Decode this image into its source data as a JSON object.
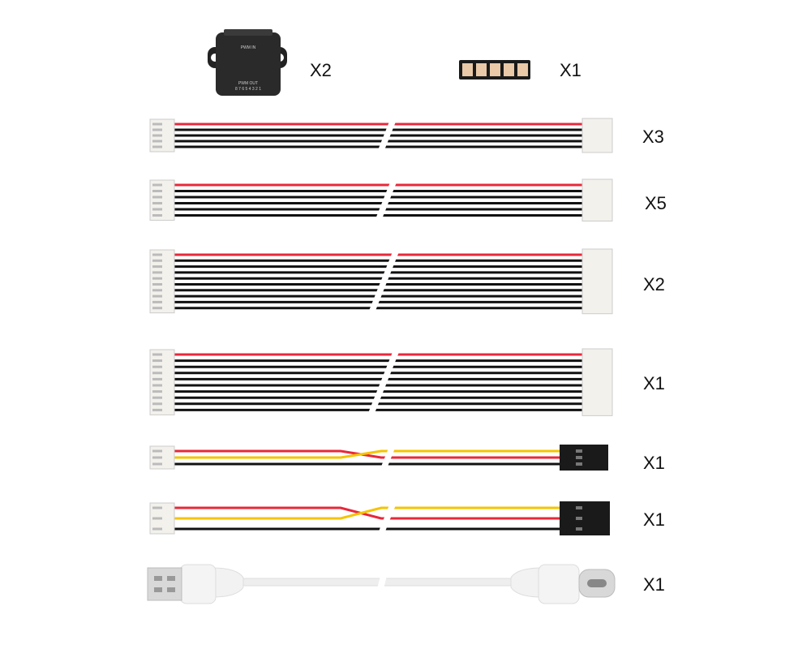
{
  "module": {
    "label_in": "PWM IN",
    "label_out": "PWM OUT",
    "pins": "8 7 6 5 4 3 2 1",
    "quantity": "X2"
  },
  "adapter": {
    "quantity": "X1"
  },
  "cables": [
    {
      "name": "5-pin-cable",
      "wires": [
        "#e8283a",
        "#111",
        "#111",
        "#111",
        "#111"
      ],
      "quantity": "X3"
    },
    {
      "name": "6-pin-cable",
      "wires": [
        "#e8283a",
        "#111",
        "#111",
        "#111",
        "#111",
        "#111"
      ],
      "quantity": "X5"
    },
    {
      "name": "10-pin-cable-a",
      "wires": [
        "#e8283a",
        "#111",
        "#111",
        "#111",
        "#111",
        "#111",
        "#111",
        "#111",
        "#111",
        "#111"
      ],
      "quantity": "X2"
    },
    {
      "name": "10-pin-cable-b",
      "wires": [
        "#e8283a",
        "#111",
        "#111",
        "#111",
        "#111",
        "#111",
        "#111",
        "#111",
        "#111",
        "#111"
      ],
      "quantity": "X1"
    },
    {
      "name": "servo-cable-a",
      "wires": [
        "#e8283a",
        "#f5c400",
        "#111"
      ],
      "quantity": "X1"
    },
    {
      "name": "servo-cable-b",
      "wires": [
        "#e8283a",
        "#f5c400",
        "#111"
      ],
      "quantity": "X1"
    }
  ],
  "usb_cable": {
    "quantity": "X1"
  }
}
